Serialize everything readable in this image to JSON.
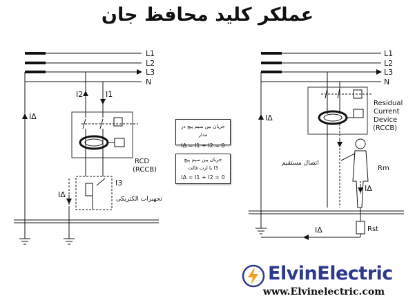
{
  "title": "عملکر کلید محافظ جان",
  "line_labels": {
    "l1": "L1",
    "l2": "L2",
    "l3": "L3",
    "n": "N"
  },
  "left_diagram": {
    "current_delta": "IΔ",
    "i1": "I1",
    "i2": "I2",
    "i3": "I3",
    "rcd_label_1": "RCD",
    "rcd_label_2": "(RCCB)",
    "equipment_label": "تجهیزات الکتریکی",
    "load_current": "IΔ"
  },
  "right_diagram": {
    "current_delta": "IΔ",
    "device_label_1": "Residual",
    "device_label_2": "Current",
    "device_label_3": "Device",
    "device_label_4": "(RCCB)",
    "direct_contact": "اتصال مستقیم",
    "rm": "Rm",
    "body_current": "IΔ",
    "ground_current": "IΔ",
    "rst": "Rst"
  },
  "info_box_1": {
    "line1": "جریان بین سیم پیچ در مدار",
    "formula": "IΔ = I1 + I2 = 0"
  },
  "info_box_2": {
    "line1": "جریان بین سیم پیچ",
    "line2": "با ارت فالت I3",
    "formula": "IΔ = I1 + I2 = 0"
  },
  "brand": {
    "name": "ElvinElectric",
    "url": "www.Elvinelectric.com",
    "accent": "#2d3a8c",
    "bolt_color": "#f0a020"
  }
}
